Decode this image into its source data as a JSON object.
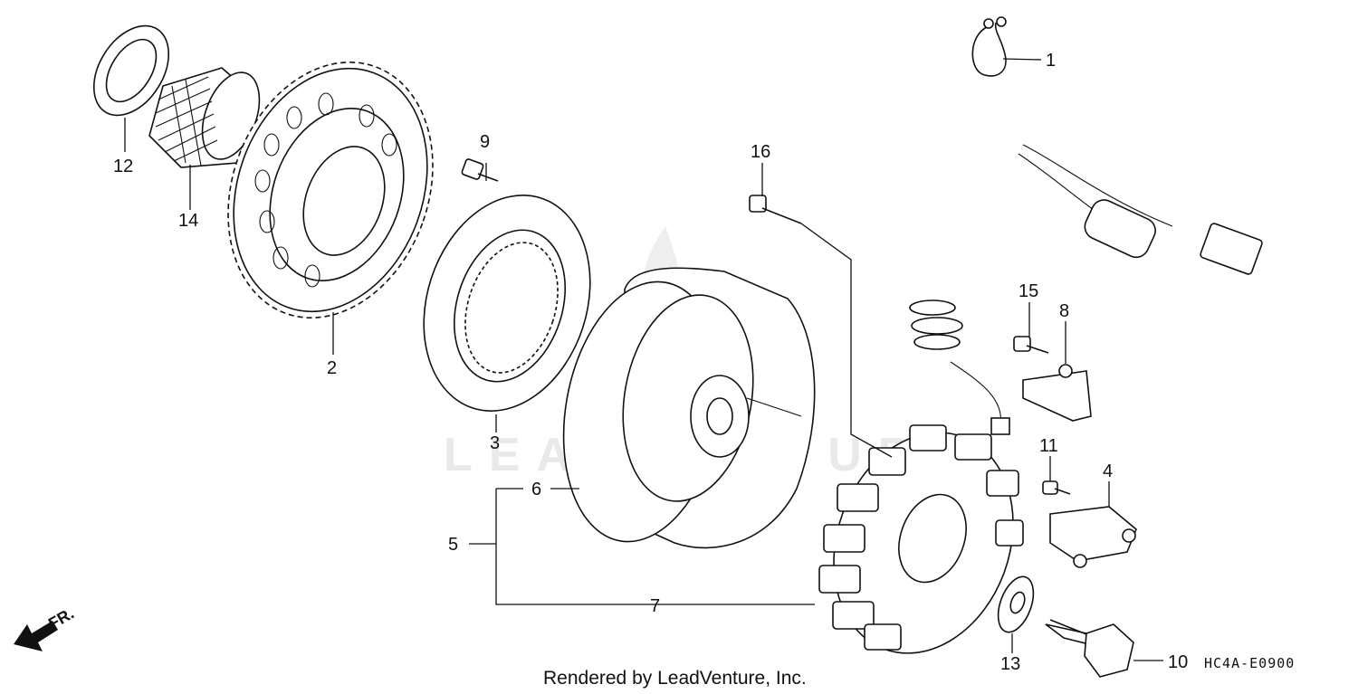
{
  "watermark": "LEADVENTURE",
  "credit": "Rendered by LeadVenture, Inc.",
  "diagram_code": "HC4A-E0900",
  "direction_label": "FR.",
  "callouts": {
    "c1": "1",
    "c2": "2",
    "c3": "3",
    "c4": "4",
    "c5": "5",
    "c6": "6",
    "c7": "7",
    "c8": "8",
    "c9": "9",
    "c10": "10",
    "c11": "11",
    "c12": "12",
    "c13": "13",
    "c14": "14",
    "c15": "15",
    "c16": "16"
  }
}
